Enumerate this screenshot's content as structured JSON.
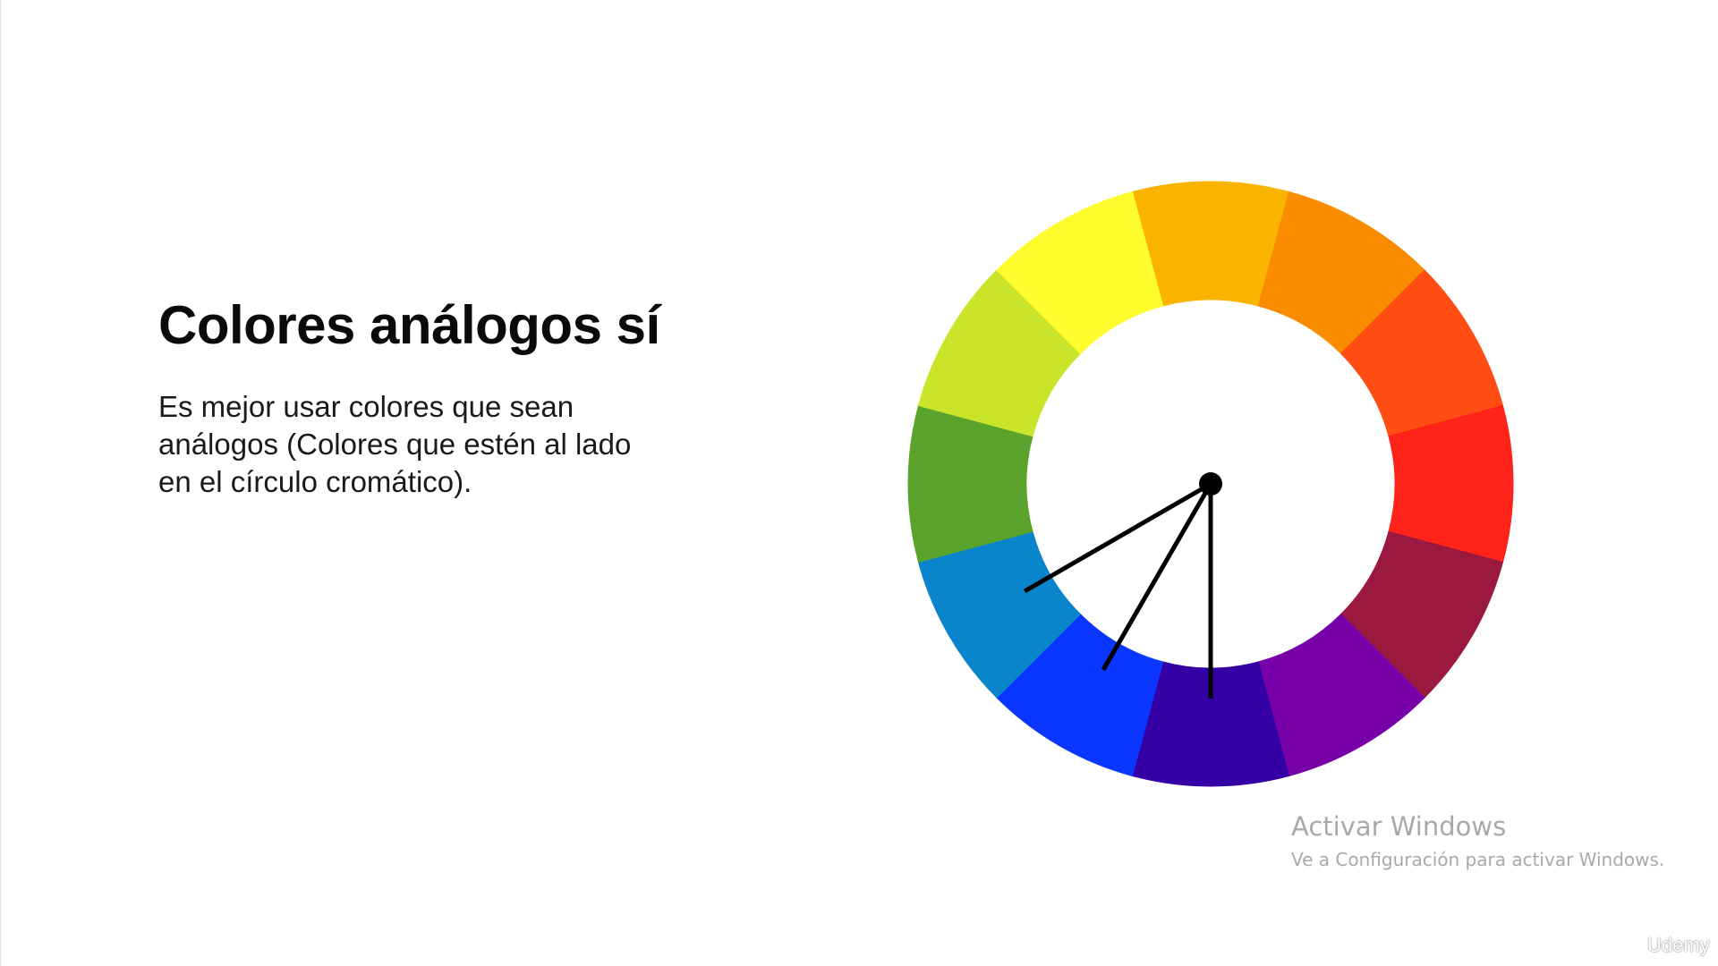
{
  "slide": {
    "title": "Colores análogos sí",
    "body_lines": [
      "Es mejor usar colores que sean",
      "análogos (Colores que estén al lado",
      "en el círculo cromático)."
    ]
  },
  "color_wheel": {
    "segment_count": 12,
    "segments": [
      {
        "name": "yellow-orange",
        "color": "#FAB400"
      },
      {
        "name": "orange",
        "color": "#FA8C00"
      },
      {
        "name": "red-orange",
        "color": "#FF4D14"
      },
      {
        "name": "red",
        "color": "#FF2319"
      },
      {
        "name": "red-violet",
        "color": "#9B1941"
      },
      {
        "name": "violet",
        "color": "#7800A8"
      },
      {
        "name": "blue-violet",
        "color": "#3400A5"
      },
      {
        "name": "blue",
        "color": "#0A37FF"
      },
      {
        "name": "blue-green",
        "color": "#0A84CA"
      },
      {
        "name": "green",
        "color": "#5AA42D"
      },
      {
        "name": "yellow-green",
        "color": "#CAE42A"
      },
      {
        "name": "yellow",
        "color": "#FFFC2D"
      }
    ],
    "highlighted_segments": [
      "blue-green",
      "blue",
      "blue-violet"
    ],
    "pointer_color": "#000000"
  },
  "watermark": {
    "title": "Activar Windows",
    "subtitle": "Ve a Configuración para activar Windows."
  },
  "brand": {
    "logo_text": "Udemy"
  }
}
